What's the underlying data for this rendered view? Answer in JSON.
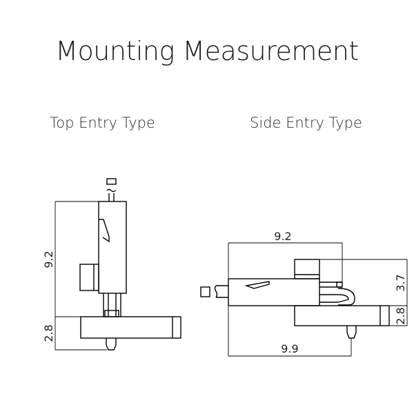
{
  "title": "Mounting Measurement",
  "views": {
    "top_entry": {
      "label": "Top Entry Type",
      "dims": {
        "height_upper": "9.2",
        "height_lower": "2.8"
      }
    },
    "side_entry": {
      "label": "Side Entry Type",
      "dims": {
        "width_upper": "9.2",
        "height_right": "3.7",
        "height_lower": "2.8",
        "width_lower": "9.9"
      }
    }
  }
}
